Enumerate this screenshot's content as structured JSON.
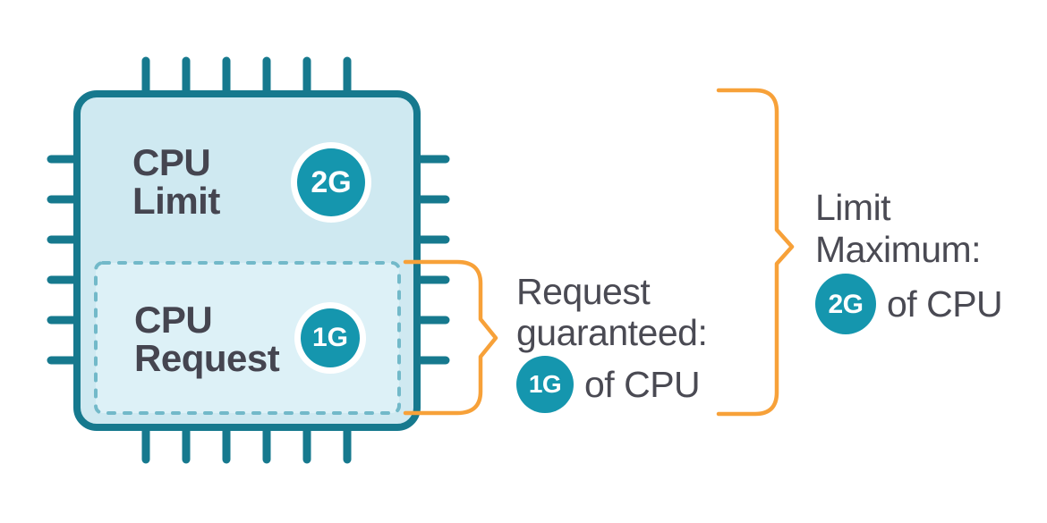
{
  "colors": {
    "chip_outline_teal": "#16798e",
    "badge_teal": "#1596ae",
    "chip_fill": "#cfe9f1",
    "request_box_fill": "#ddf1f7",
    "request_box_dashed_border": "#72b9c9",
    "bracket_orange": "#f7a139",
    "text_dark": "#4a4a53",
    "background": "#ffffff"
  },
  "chip": {
    "limit": {
      "label_line1": "CPU",
      "label_line2": "Limit",
      "value": "2G"
    },
    "request": {
      "label_line1": "CPU",
      "label_line2": "Request",
      "value": "1G"
    }
  },
  "annotations": {
    "request": {
      "line1": "Request",
      "line2": "guaranteed:",
      "badge": "1G",
      "suffix": "of CPU"
    },
    "limit": {
      "line1": "Limit",
      "line2": "Maximum:",
      "badge": "2G",
      "suffix": "of CPU"
    }
  }
}
